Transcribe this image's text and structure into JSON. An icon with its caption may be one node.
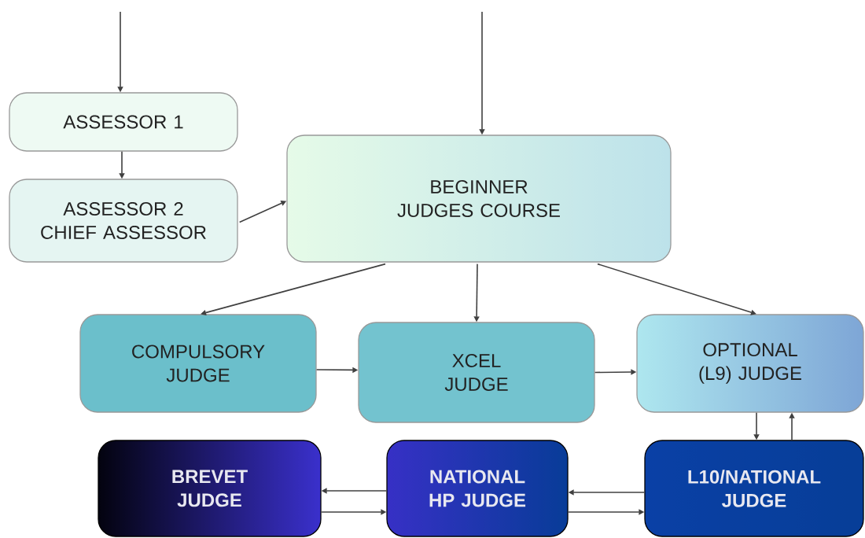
{
  "diagram": {
    "nodes": [
      {
        "text": [
          "ASSESSOR 1"
        ]
      },
      {
        "text": [
          "ASSESSOR 2",
          "CHIEF ASSESSOR"
        ]
      },
      {
        "text": [
          "BEGINNER JUDGES COURSE"
        ]
      },
      {
        "text": [
          "COMPULSORY JUDGE"
        ]
      },
      {
        "text": [
          "XCEL JUDGE"
        ]
      },
      {
        "text": [
          "OPTIONAL (L9) JUDGE"
        ]
      },
      {
        "text": [
          "BREVET JUDGE"
        ]
      },
      {
        "text": [
          "NATIONAL HP JUDGE"
        ]
      },
      {
        "text": [
          "L10/NATIONAL JUDGE"
        ]
      }
    ],
    "edges": [
      {
        "from": null,
        "to": 0,
        "arrow": "to"
      },
      {
        "from": null,
        "to": 2,
        "arrow": "to"
      },
      {
        "from": 0,
        "to": 1,
        "arrow": "to"
      },
      {
        "from": 1,
        "to": 2,
        "arrow": "to"
      },
      {
        "from": 2,
        "to": 3,
        "arrow": "to"
      },
      {
        "from": 2,
        "to": 4,
        "arrow": "to"
      },
      {
        "from": 2,
        "to": 5,
        "arrow": "to"
      },
      {
        "from": 3,
        "to": 4,
        "arrow": "to"
      },
      {
        "from": 4,
        "to": 5,
        "arrow": "to"
      },
      {
        "from": 5,
        "to": 8,
        "arrow": "to"
      },
      {
        "from": 8,
        "to": 5,
        "arrow": "to"
      },
      {
        "from": 7,
        "to": 6,
        "arrow": "to"
      },
      {
        "from": 6,
        "to": 7,
        "arrow": "to"
      },
      {
        "from": 8,
        "to": 7,
        "arrow": "to"
      },
      {
        "from": 7,
        "to": 8,
        "arrow": "to"
      }
    ]
  }
}
